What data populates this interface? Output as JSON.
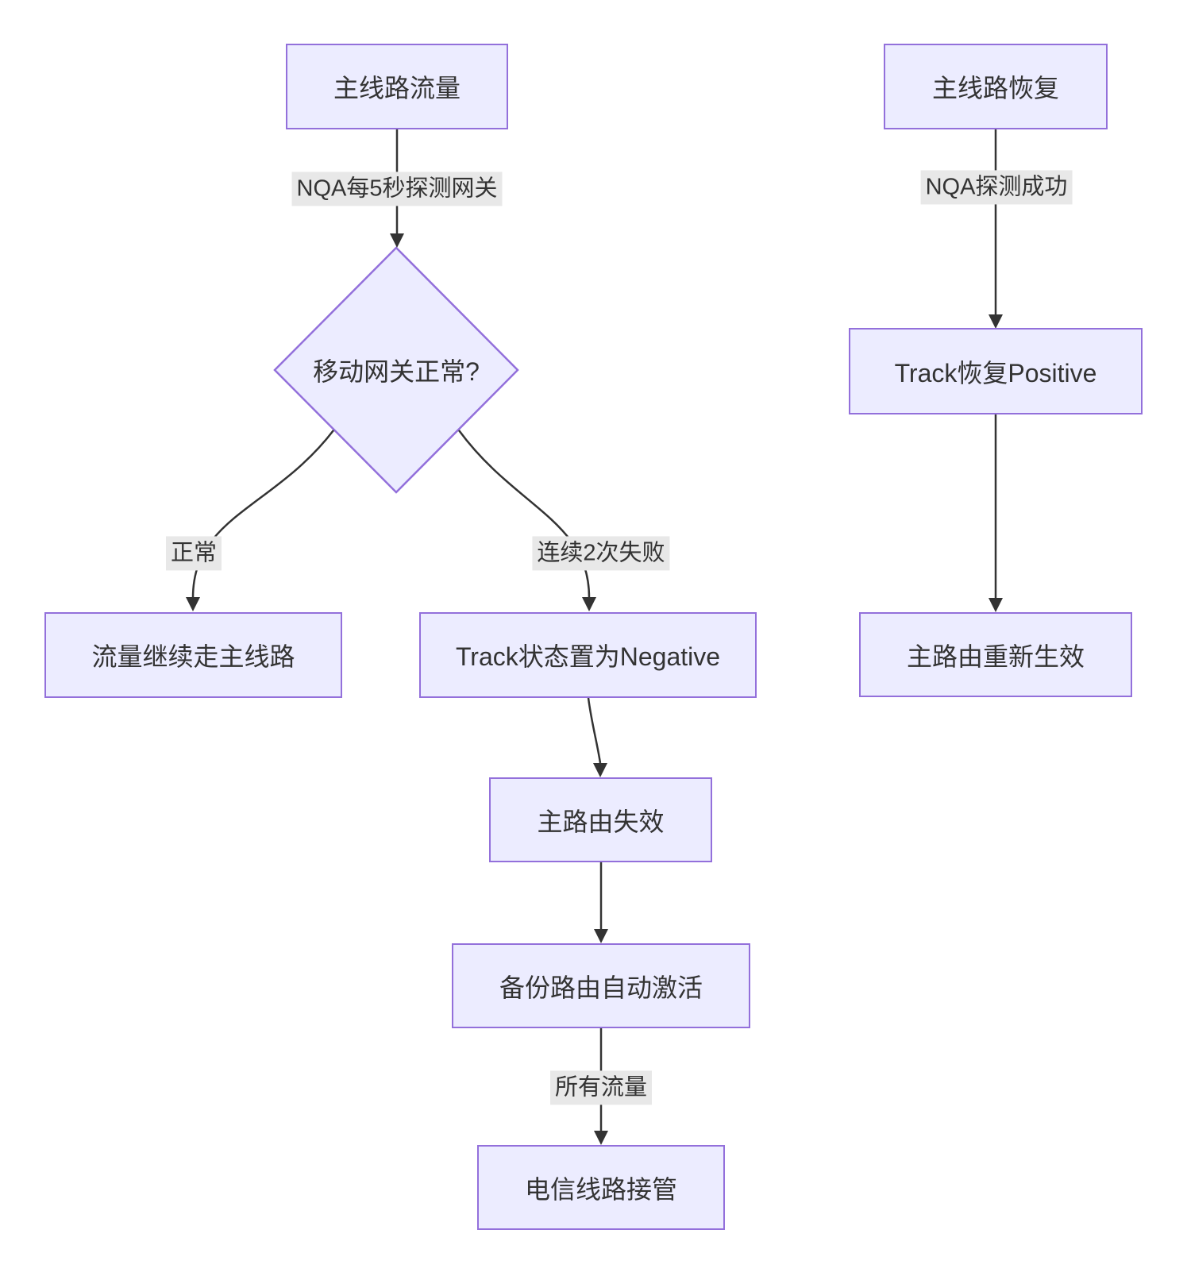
{
  "diagram": {
    "colors": {
      "node_fill": "#ECECFF",
      "node_border": "#9370DB",
      "edge_line": "#333333",
      "text": "#333333",
      "edge_label_bg": "#e8e8e8",
      "background": "#ffffff"
    },
    "nodes": {
      "main_traffic": {
        "label": "主线路流量"
      },
      "gateway_check": {
        "label": "移动网关正常?"
      },
      "stay_main": {
        "label": "流量继续走主线路"
      },
      "track_negative": {
        "label": "Track状态置为Negative"
      },
      "main_route_fail": {
        "label": "主路由失效"
      },
      "backup_active": {
        "label": "备份路由自动激活"
      },
      "telecom_takeover": {
        "label": "电信线路接管"
      },
      "main_recover": {
        "label": "主线路恢复"
      },
      "track_positive": {
        "label": "Track恢复Positive"
      },
      "main_route_restore": {
        "label": "主路由重新生效"
      }
    },
    "edge_labels": {
      "nqa_probe": "NQA每5秒探测网关",
      "normal": "正常",
      "fail_twice": "连续2次失败",
      "all_traffic": "所有流量",
      "nqa_success": "NQA探测成功"
    }
  }
}
